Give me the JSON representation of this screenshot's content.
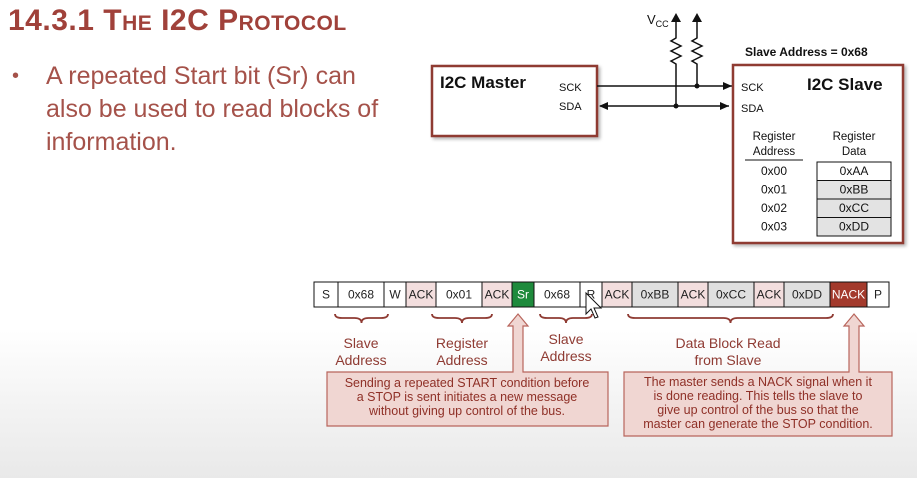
{
  "slide": {
    "title": "14.3.1 The I2C Protocol",
    "bullet": "A repeated Start bit (Sr) can also be used to read blocks of information."
  },
  "diagram": {
    "vcc": "V",
    "vcc_sub": "CC",
    "slave_address_caption": "Slave Address = 0x68",
    "master": {
      "title": "I2C Master",
      "sck": "SCK",
      "sda": "SDA"
    },
    "slave": {
      "title": "I2C Slave",
      "sck": "SCK",
      "sda": "SDA"
    },
    "register_table": {
      "header_address": [
        "Register",
        "Address"
      ],
      "header_data": [
        "Register",
        "Data"
      ],
      "addresses": [
        "0x00",
        "0x01",
        "0x02",
        "0x03"
      ],
      "data": [
        "0xAA",
        "0xBB",
        "0xCC",
        "0xDD"
      ]
    }
  },
  "frame": {
    "cells": [
      {
        "label": "S",
        "fill": "#ffffff",
        "text_color": "#222222"
      },
      {
        "label": "0x68",
        "fill": "#ffffff",
        "text_color": "#222222"
      },
      {
        "label": "W",
        "fill": "#ffffff",
        "text_color": "#222222"
      },
      {
        "label": "ACK",
        "fill": "#f3dede",
        "text_color": "#222222"
      },
      {
        "label": "0x01",
        "fill": "#ffffff",
        "text_color": "#222222"
      },
      {
        "label": "ACK",
        "fill": "#f3dede",
        "text_color": "#222222"
      },
      {
        "label": "Sr",
        "fill": "#1e8a3c",
        "text_color": "#ffffff"
      },
      {
        "label": "0x68",
        "fill": "#ffffff",
        "text_color": "#222222"
      },
      {
        "label": "R",
        "fill": "#ffffff",
        "text_color": "#222222"
      },
      {
        "label": "ACK",
        "fill": "#f3dede",
        "text_color": "#222222"
      },
      {
        "label": "0xBB",
        "fill": "#e0e0e0",
        "text_color": "#222222"
      },
      {
        "label": "ACK",
        "fill": "#f3dede",
        "text_color": "#222222"
      },
      {
        "label": "0xCC",
        "fill": "#e0e0e0",
        "text_color": "#222222"
      },
      {
        "label": "ACK",
        "fill": "#f3dede",
        "text_color": "#222222"
      },
      {
        "label": "0xDD",
        "fill": "#e0e0e0",
        "text_color": "#222222"
      },
      {
        "label": "NACK",
        "fill": "#a33a2c",
        "text_color": "#ffffff"
      },
      {
        "label": "P",
        "fill": "#ffffff",
        "text_color": "#222222"
      }
    ],
    "labels": {
      "slave_address_1": [
        "Slave",
        "Address"
      ],
      "register_address": [
        "Register",
        "Address"
      ],
      "slave_address_2": [
        "Slave",
        "Address"
      ],
      "data_block": [
        "Data Block Read",
        "from Slave"
      ]
    },
    "callouts": {
      "repeated_start": [
        "Sending a repeated START condition before",
        "a STOP is sent initiates a new message",
        "without giving up control of the bus."
      ],
      "nack": [
        "The master sends a NACK signal when it",
        "is done reading.  This tells the slave to",
        "give up control of the bus so that the",
        "master can generate the STOP condition."
      ]
    }
  },
  "colors": {
    "title": "#a0413a",
    "accent": "#8f3b33",
    "callout_fill": "#f0d6d2",
    "callout_text": "#8f3027"
  }
}
